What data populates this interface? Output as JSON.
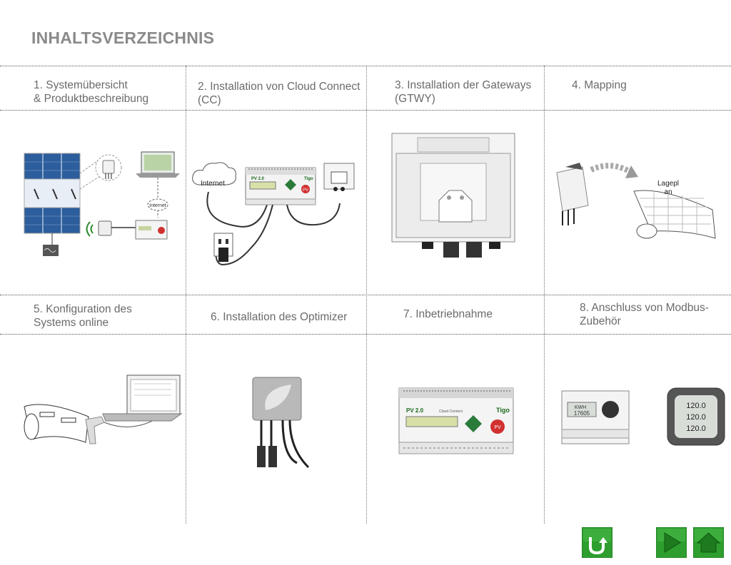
{
  "page": {
    "title": "INHALTSVERZEICHNIS"
  },
  "sections": [
    {
      "id": 1,
      "line1": "1.   Systemübersicht",
      "line2": "& Produktbeschreibung"
    },
    {
      "id": 2,
      "line1": "2. Installation von Cloud Connect",
      "line2": "(CC)"
    },
    {
      "id": 3,
      "line1": "3. Installation der Gateways",
      "line2": "(GTWY)"
    },
    {
      "id": 4,
      "line1": "4. Mapping",
      "line2": ""
    },
    {
      "id": 5,
      "line1": "5. Konfiguration des",
      "line2": "Systems online"
    },
    {
      "id": 6,
      "line1": "6. Installation des Optimizer",
      "line2": ""
    },
    {
      "id": 7,
      "line1": "7. Inbetriebnahme",
      "line2": ""
    },
    {
      "id": 8,
      "line1": "8. Anschluss von Modbus-",
      "line2": "Zubehör"
    }
  ],
  "illustrations": {
    "internet_cloud": "Internet",
    "internet_badge": "Internet",
    "lageplan_line1": "Lagepl",
    "lageplan_line2": "an",
    "device_model": "PV 2.0",
    "device_brand": "Tigo",
    "device_sub": "Cloud Connect",
    "pv_badge": "PV",
    "meter_kwh": "KWH",
    "meter_value": "17605",
    "meter2_values": [
      "120.0",
      "120.0",
      "120.0"
    ]
  },
  "nav": {
    "back_icon": "u-turn-back-icon",
    "next_icon": "play-next-icon",
    "home_icon": "home-icon"
  },
  "colors": {
    "nav_green": "#2e9e2e",
    "solar_blue": "#2c5d9c",
    "text_gray": "#6b6b6b"
  }
}
